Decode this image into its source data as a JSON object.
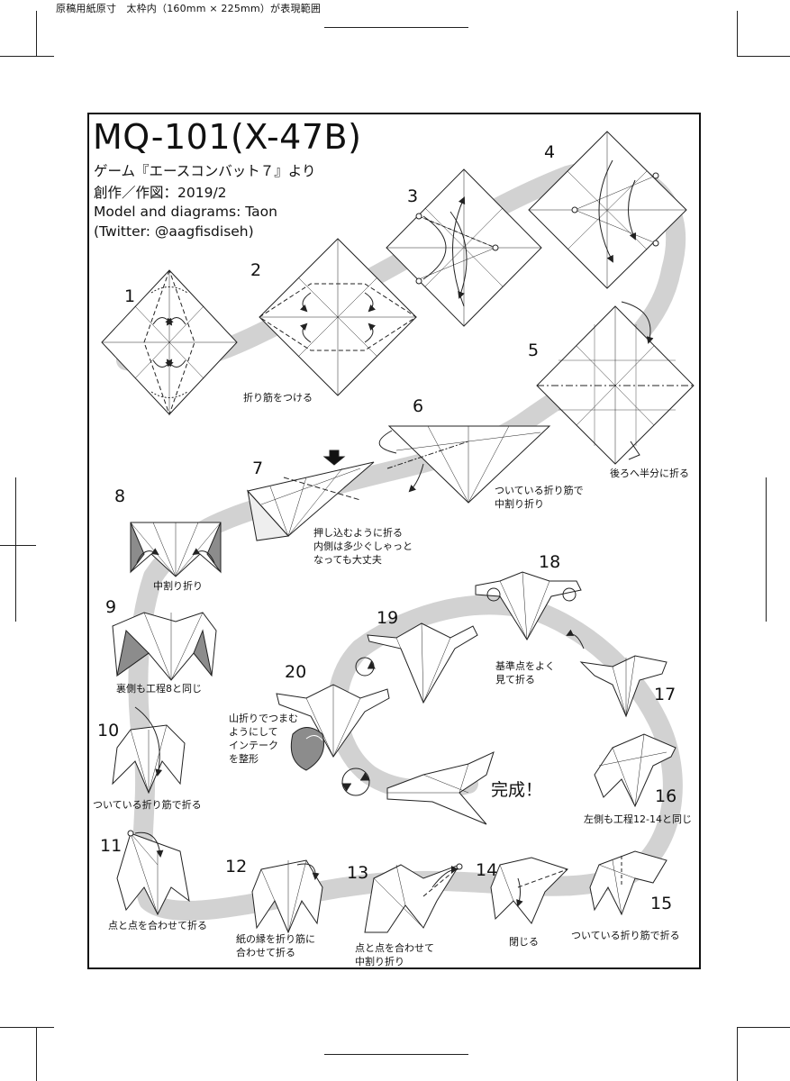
{
  "page_note": "原稿用紙原寸　太枠内（160mm × 225mm）が表現範囲",
  "title": "MQ-101(X-47B)",
  "subtitle_lines": [
    "ゲーム『エースコンバット７』より",
    "創作／作図：2019/2",
    "Model and diagrams: Taon",
    "(Twitter: @aagfisdiseh)"
  ],
  "steps": [
    {
      "number": "1",
      "caption": ""
    },
    {
      "number": "2",
      "caption": "折り筋をつける"
    },
    {
      "number": "3",
      "caption": ""
    },
    {
      "number": "4",
      "caption": ""
    },
    {
      "number": "5",
      "caption": "後ろへ半分に折る"
    },
    {
      "number": "6",
      "caption": "ついている折り筋で\n中割り折り"
    },
    {
      "number": "7",
      "caption": "押し込むように折る\n内側は多少ぐしゃっと\nなっても大丈夫"
    },
    {
      "number": "8",
      "caption": "中割り折り"
    },
    {
      "number": "9",
      "caption": "裏側も工程8と同じ"
    },
    {
      "number": "10",
      "caption": "ついている折り筋で折る"
    },
    {
      "number": "11",
      "caption": "点と点を合わせて折る"
    },
    {
      "number": "12",
      "caption": "紙の縁を折り筋に\n合わせて折る"
    },
    {
      "number": "13",
      "caption": "点と点を合わせて\n中割り折り"
    },
    {
      "number": "14",
      "caption": "閉じる"
    },
    {
      "number": "15",
      "caption": "ついている折り筋で折る"
    },
    {
      "number": "16",
      "caption": "左側も工程12-14と同じ"
    },
    {
      "number": "17",
      "caption": ""
    },
    {
      "number": "18",
      "caption": "基準点をよく\n見て折る"
    },
    {
      "number": "19",
      "caption": ""
    },
    {
      "number": "20",
      "caption": "山折りでつまむ\nようにして\nインテーク\nを整形"
    }
  ],
  "completion_label": "完成！",
  "colors": {
    "path": "#d2d2d2",
    "line": "#222222",
    "shade": "#8c8c8c",
    "paper": "#ffffff"
  }
}
